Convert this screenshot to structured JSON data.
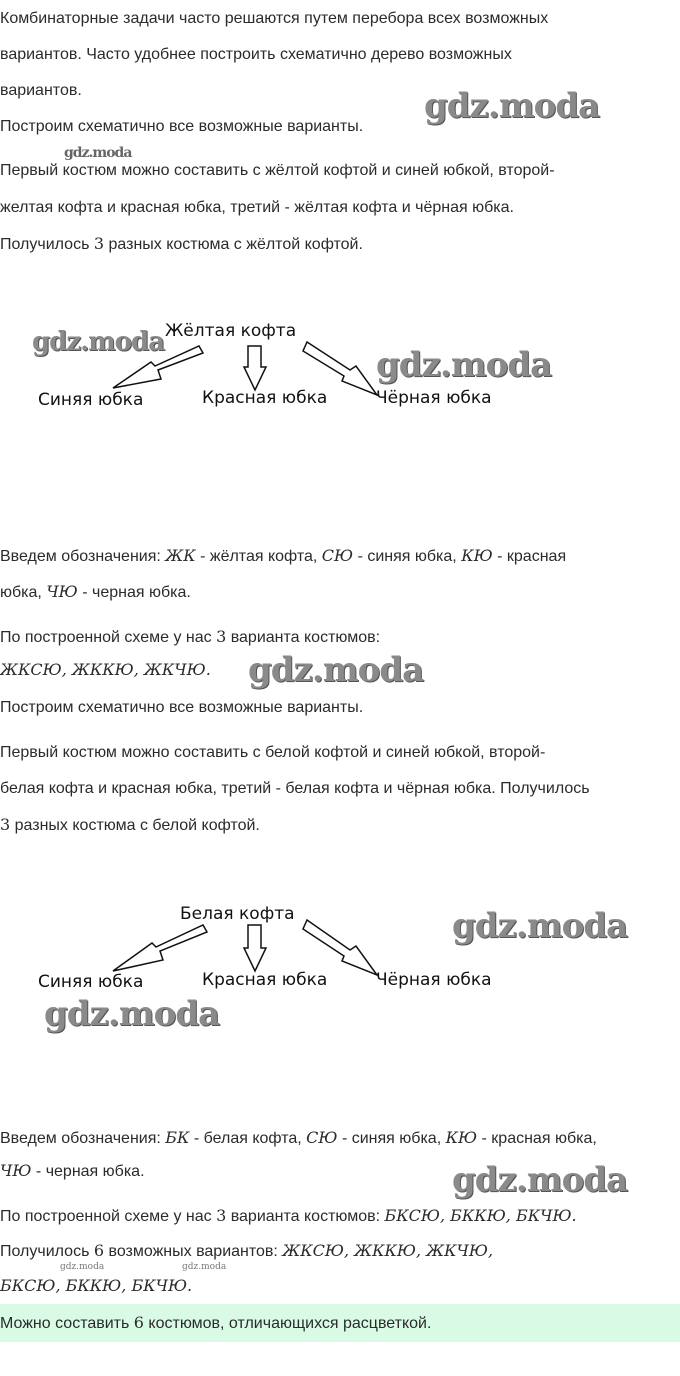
{
  "watermark": "gdz.moda",
  "lines": [
    [
      {
        "t": "Комбинаторные задачи часто решаются путем перебора всех возможных"
      }
    ],
    [
      {
        "t": "вариантов. Часто удобнее построить схематично дерево возможных"
      }
    ],
    [
      {
        "t": "вариантов."
      }
    ],
    [
      {
        "t": "Построим схематично все возможные варианты."
      }
    ],
    [
      {
        "t": "Первый костюм можно составить с жёлтой кофтой и синей юбкой, второй-"
      }
    ],
    [
      {
        "t": "желтая кофта и красная юбка, третий - жёлтая кофта и чёрная юбка."
      }
    ],
    [
      {
        "t": "Получилось "
      },
      {
        "t": "3",
        "n": true
      },
      {
        "t": " разных костюма с жёлтой кофтой."
      }
    ],
    [
      {
        "t": "Введем обозначения: "
      },
      {
        "t": "ЖК",
        "m": true
      },
      {
        "t": " - жёлтая кофта, "
      },
      {
        "t": "СЮ",
        "m": true
      },
      {
        "t": " - синяя юбка, "
      },
      {
        "t": "КЮ",
        "m": true
      },
      {
        "t": " - красная"
      }
    ],
    [
      {
        "t": "юбка, "
      },
      {
        "t": "ЧЮ",
        "m": true
      },
      {
        "t": " - черная юбка."
      }
    ],
    [
      {
        "t": "По построенной схеме у нас "
      },
      {
        "t": "3",
        "n": true
      },
      {
        "t": " варианта костюмов:"
      }
    ],
    [
      {
        "t": "ЖКСЮ,  ЖККЮ,  ЖКЧЮ.",
        "m": true
      }
    ],
    [
      {
        "t": "Построим схематично все возможные варианты."
      }
    ],
    [
      {
        "t": "Первый костюм можно составить с белой кофтой и синей юбкой, второй-"
      }
    ],
    [
      {
        "t": "белая кофта и красная юбка, третий - белая кофта и чёрная юбка. Получилось"
      }
    ],
    [
      {
        "t": "3",
        "n": true
      },
      {
        "t": " разных костюма с белой кофтой."
      }
    ],
    [
      {
        "t": "Введем обозначения: "
      },
      {
        "t": "БК",
        "m": true
      },
      {
        "t": " - белая кофта, "
      },
      {
        "t": "СЮ",
        "m": true
      },
      {
        "t": " - синяя юбка, "
      },
      {
        "t": "КЮ",
        "m": true
      },
      {
        "t": " - красная юбка,"
      }
    ],
    [
      {
        "t": "ЧЮ",
        "m": true
      },
      {
        "t": " - черная юбка."
      }
    ],
    [
      {
        "t": "По построенной схеме у нас "
      },
      {
        "t": "3",
        "n": true
      },
      {
        "t": " варианта костюмов: "
      },
      {
        "t": "БКСЮ,  БККЮ,  БКЧЮ.",
        "m": true
      }
    ],
    [
      {
        "t": "Получилось "
      },
      {
        "t": "6",
        "n": true
      },
      {
        "t": " возможных вариантов: "
      },
      {
        "t": "ЖКСЮ,  ЖККЮ,  ЖКЧЮ,",
        "m": true
      }
    ],
    [
      {
        "t": "БКСЮ,  БККЮ,  БКЧЮ.",
        "m": true
      }
    ]
  ],
  "diagram1": {
    "root": "Жёлтая кофта",
    "left": "Синяя юбка",
    "middle": "Красная юбка",
    "right": "Чёрная юбка"
  },
  "diagram2": {
    "root": "Белая кофта",
    "left": "Синяя юбка",
    "middle": "Красная юбка",
    "right": "Чёрная юбка"
  },
  "answer": [
    {
      "t": "Можно составить "
    },
    {
      "t": "6",
      "n": true
    },
    {
      "t": " костюмов, отличающихся расцветкой."
    }
  ],
  "colors": {
    "answer_bg": "#d9fbe5",
    "text": "#2b2b2b"
  }
}
